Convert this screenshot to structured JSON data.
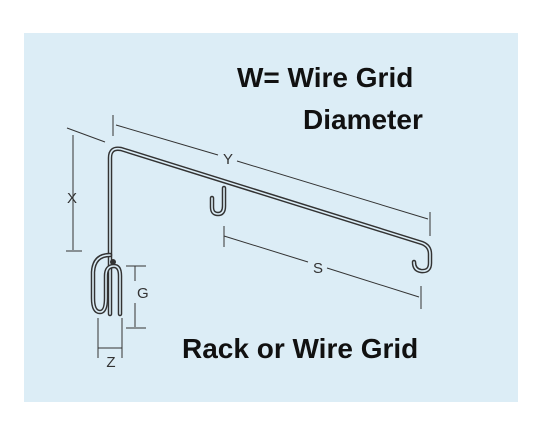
{
  "heading": {
    "line1": "W= Wire Grid",
    "line2": "Diameter"
  },
  "caption": "Rack or Wire Grid",
  "dimension_labels": {
    "x": "X",
    "y": "Y",
    "s": "S",
    "g": "G",
    "z": "Z"
  },
  "colors": {
    "panel": "#dcedf6",
    "wire": "#333333"
  }
}
